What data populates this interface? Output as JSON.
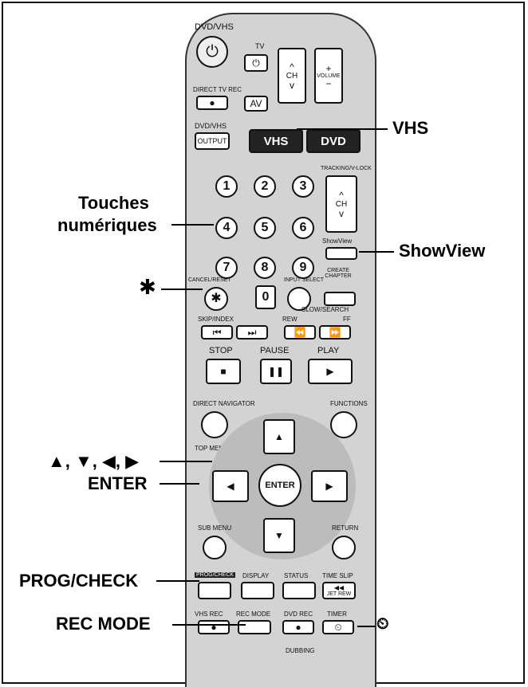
{
  "callouts": {
    "vhs": "VHS",
    "touches": "Touches",
    "numeriques": "numériques",
    "showview": "ShowView",
    "asterisk": "✱",
    "arrows": "▲, ▼, ◀, ▶",
    "enter": "ENTER",
    "prog_check": "PROG/CHECK",
    "rec_mode": "REC MODE",
    "timer_symbol": "⏲"
  },
  "remote": {
    "dvd_vhs_top": "DVD/VHS",
    "tv": "TV",
    "ch": "CH",
    "volume": "VOLUME",
    "direct_tv_rec": "DIRECT TV REC",
    "av": "AV",
    "dvd_vhs_output_label": "DVD/VHS",
    "output": "OUTPUT",
    "vhs_btn": "VHS",
    "dvd_btn": "DVD",
    "tracking": "TRACKING/V-LOCK",
    "numbers": [
      "1",
      "2",
      "3",
      "4",
      "5",
      "6",
      "7",
      "8",
      "9",
      "0"
    ],
    "showview": "ShowView",
    "cancel_reset": "CANCEL/RESET",
    "input_select": "INPUT SELECT",
    "create_chapter": "CREATE CHAPTER",
    "skip_index": "SKIP/INDEX",
    "slow_search": "SLOW/SEARCH",
    "rew": "REW",
    "ff": "FF",
    "stop": "STOP",
    "pause": "PAUSE",
    "play": "PLAY",
    "direct_navigator": "DIRECT NAVIGATOR",
    "functions": "FUNCTIONS",
    "top_menu": "TOP MENU",
    "enter": "ENTER",
    "sub_menu": "SUB MENU",
    "return": "RETURN",
    "prog_check": "PROG/CHECK",
    "display": "DISPLAY",
    "status": "STATUS",
    "time_slip": "TIME SLIP",
    "jet_rew": "JET REW",
    "vhs_rec": "VHS REC",
    "rec_mode": "REC MODE",
    "dvd_rec": "DVD REC",
    "timer": "TIMER",
    "dubbing": "DUBBING"
  }
}
